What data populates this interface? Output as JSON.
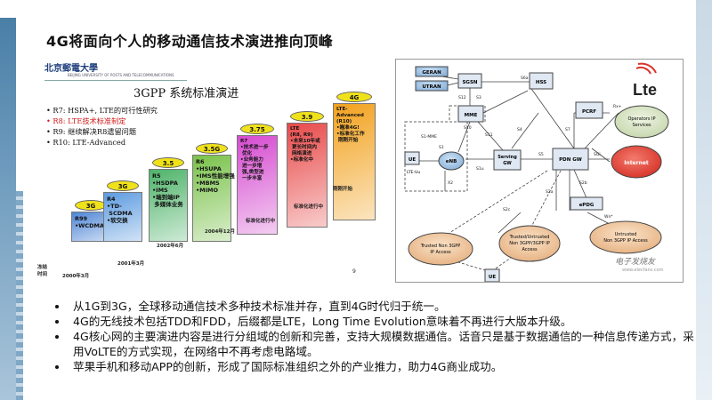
{
  "title": "4G将面向个人的移动通信技术演进推向顶峰",
  "left_figure": {
    "university": "北京郵電大學",
    "university_en": "BEIJING UNIVERSITY OF POSTS AND TELECOMMUNICATIONS",
    "heading": "3GPP 系统标准演进",
    "releases": [
      {
        "text": "R7: HSPA+, LTE的可行性研究",
        "color": "#111111"
      },
      {
        "text": "R8: LTE技术标准制定",
        "color": "#d01818"
      },
      {
        "text": "R9: 继续解决R8遗留问题",
        "color": "#111111"
      },
      {
        "text": "R10: LTE-Advanced",
        "color": "#111111"
      }
    ],
    "steps": [
      {
        "tag": "3G",
        "body": "R99\n•WCDMA",
        "color": "#4f86d6"
      },
      {
        "tag": "3G",
        "body": "R4\n•TD-\n SCDMA\n•软交换",
        "color": "#5d9be0"
      },
      {
        "tag": "3.5",
        "body": "R5\n•HSDPA\n•IMS\n•端到端IP\n 多媒体业务",
        "color": "#4fb46a"
      },
      {
        "tag": "3.5G",
        "body": "R6\n•HSUPA\n•IMS性能增强\n•MBMS\n•MIMO",
        "color": "#7ac24a"
      },
      {
        "tag": "3.75",
        "body": "R7\n•技术进一步\n 优化\n•业务能力\n 进一步增\n 强,类型进\n 一步丰富",
        "color": "#d64bd0"
      },
      {
        "tag": "3.9",
        "body": "LTE\n(R8, R9)\n•未来10年或\n 更长时间内\n 网络演进\n•标准化中",
        "color": "#e84a4a"
      },
      {
        "tag": "4G",
        "body": "LTE-\nAdvanced\n(R10)\n•瞄准4G!\n•标准化工作\n 刚刚开始",
        "color": "#f2a21e"
      }
    ],
    "dates": [
      "2000年3月",
      "2001年3月",
      "2002年6月",
      "2004年12月"
    ],
    "notes": [
      "标准化进行中",
      "标准化进行中",
      "刚刚开始"
    ],
    "axis_label": "冻结\n时间",
    "page_number": "9"
  },
  "right_figure": {
    "logo": "Lte",
    "nodes": {
      "geran": "GERAN",
      "utran": "UTRAN",
      "sgsn": "SGSN",
      "hss": "HSS",
      "mme": "MME",
      "pcrf": "PCRF",
      "operators": "Operators IP\nServices",
      "ue": "UE",
      "lte_uu": "LTE-Uu",
      "enb": "eNB",
      "serving_gw": "Serving\nGW",
      "pdn_gw": "PDN GW",
      "internet": "Internet",
      "epdg": "ePDG",
      "trusted_non3gpp": "Trusted Non 3GPP\nIP Access",
      "trusted_untrusted": "Trusted/Untrusted\nNon 3GPP/3GPP IP\nAccess",
      "untrusted_non3gpp": "Untrusted\nNon 3GPP IP Access",
      "ue_bottom": "UE"
    },
    "interfaces": [
      "S3",
      "S4",
      "S6a",
      "S12",
      "S1-MME",
      "S11",
      "S10",
      "S1u",
      "S5",
      "S7",
      "Rx+",
      "SGi",
      "S2b",
      "S2a",
      "S2c",
      "Wn*",
      "X2",
      "S1"
    ],
    "watermark": "电子发烧友",
    "watermark_url": "www.elecfans.com"
  },
  "bullets": [
    "从1G到3G，全球移动通信技术多种技术标准并存，直到4G时代归于统一。",
    "4G的无线技术包括TDD和FDD，后缀都是LTE，Long Time Evolution意味着不再进行大版本升级。",
    "4G核心网的主要演进内容是进行分组域的创新和完善，支持大规模数据通信。话音只是基于数据通信的一种信息传递方式，采用VoLTE的方式实现，在网络中不再考虑电路域。",
    "苹果手机和移动APP的创新，形成了国际标准组织之外的产业推力，助力4G商业成功。"
  ]
}
